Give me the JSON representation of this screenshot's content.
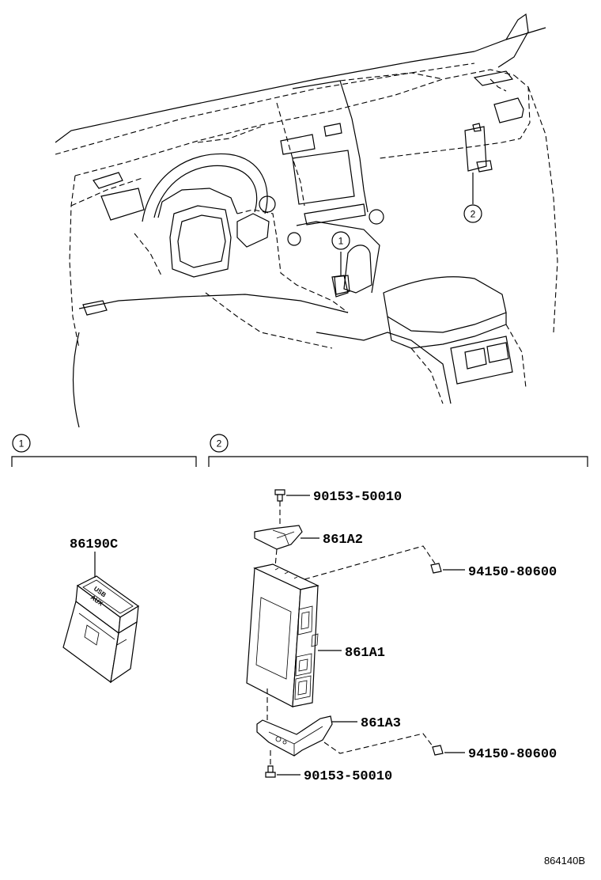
{
  "callouts": {
    "top_1": "1",
    "top_2": "2",
    "section_1": "1",
    "section_2": "2"
  },
  "parts": {
    "usb_aux": "86190C",
    "bracket_upper": "861A2",
    "module": "861A1",
    "bracket_lower": "861A3",
    "bolt_upper": "90153-50010",
    "bolt_lower": "90153-50010",
    "nut_upper": "94150-80600",
    "nut_lower": "94150-80600"
  },
  "switch_face": {
    "line1": "USB",
    "line2": "AUX"
  },
  "diagram_code": "864140B"
}
